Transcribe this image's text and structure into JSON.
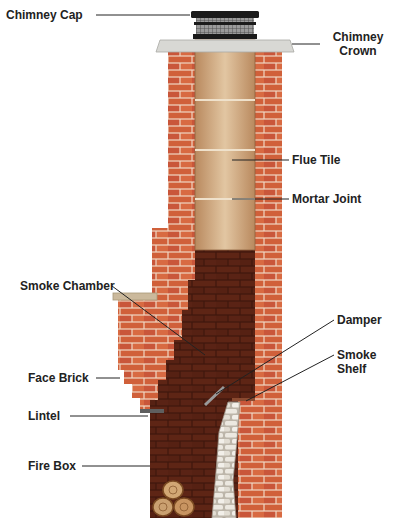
{
  "diagram": {
    "labels": [
      "Chimney Cap",
      "Chimney Crown",
      "Flue Tile",
      "Mortar Joint",
      "Smoke Chamber",
      "Damper",
      "Smoke Shelf",
      "Face Brick",
      "Lintel",
      "Fire Box"
    ]
  }
}
